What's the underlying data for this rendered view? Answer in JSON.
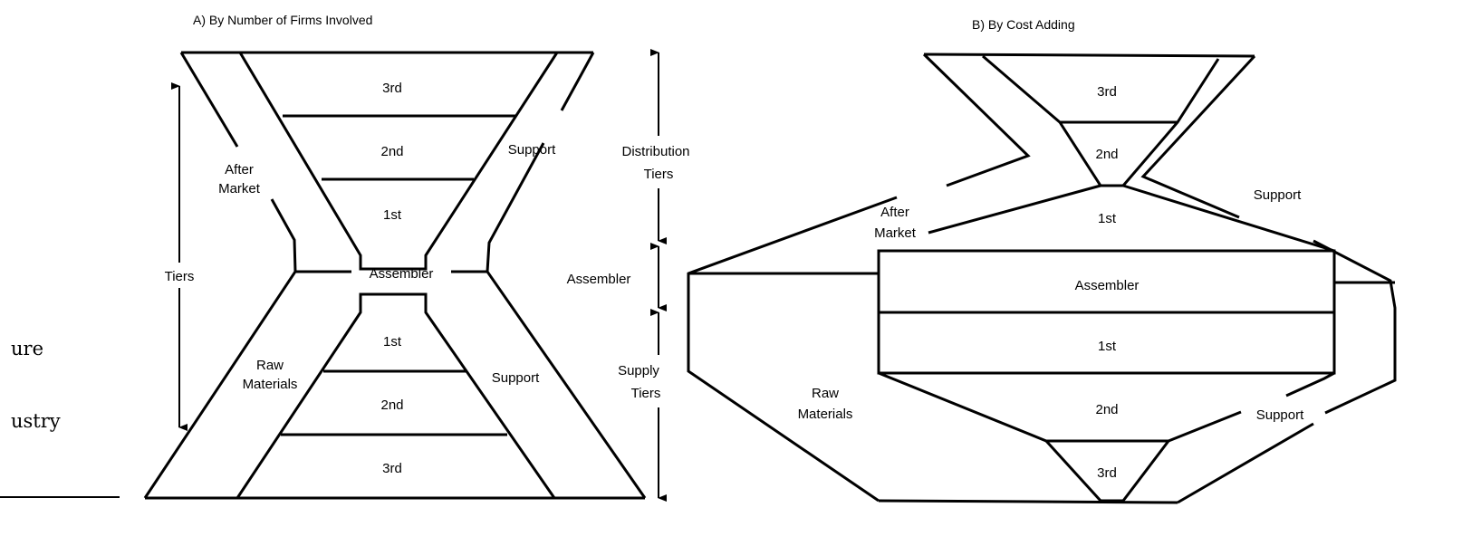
{
  "side_text": {
    "line1": "ure",
    "line2": "ustry"
  },
  "panel_a": {
    "title": "A)  By Number of Firms Involved",
    "dist_3rd": "3rd",
    "dist_2nd": "2nd",
    "dist_1st": "1st",
    "assembler": "Assembler",
    "sup_1st": "1st",
    "sup_2nd": "2nd",
    "sup_3rd": "3rd",
    "after_market_1": "After",
    "after_market_2": "Market",
    "support_top": "Support",
    "support_bottom": "Support",
    "raw_1": "Raw",
    "raw_2": "Materials",
    "tiers": "Tiers",
    "distribution_tiers_1": "Distribution",
    "distribution_tiers_2": "Tiers",
    "assembler_side": "Assembler",
    "supply_tiers_1": "Supply",
    "supply_tiers_2": "Tiers"
  },
  "panel_b": {
    "title": "B)  By Cost Adding",
    "dist_3rd": "3rd",
    "dist_2nd": "2nd",
    "dist_1st": "1st",
    "assembler": "Assembler",
    "sup_1st": "1st",
    "sup_2nd": "2nd",
    "sup_3rd": "3rd",
    "after_market_1": "After",
    "after_market_2": "Market",
    "support_top": "Support",
    "support_bottom": "Support",
    "raw_1": "Raw",
    "raw_2": "Materials"
  }
}
